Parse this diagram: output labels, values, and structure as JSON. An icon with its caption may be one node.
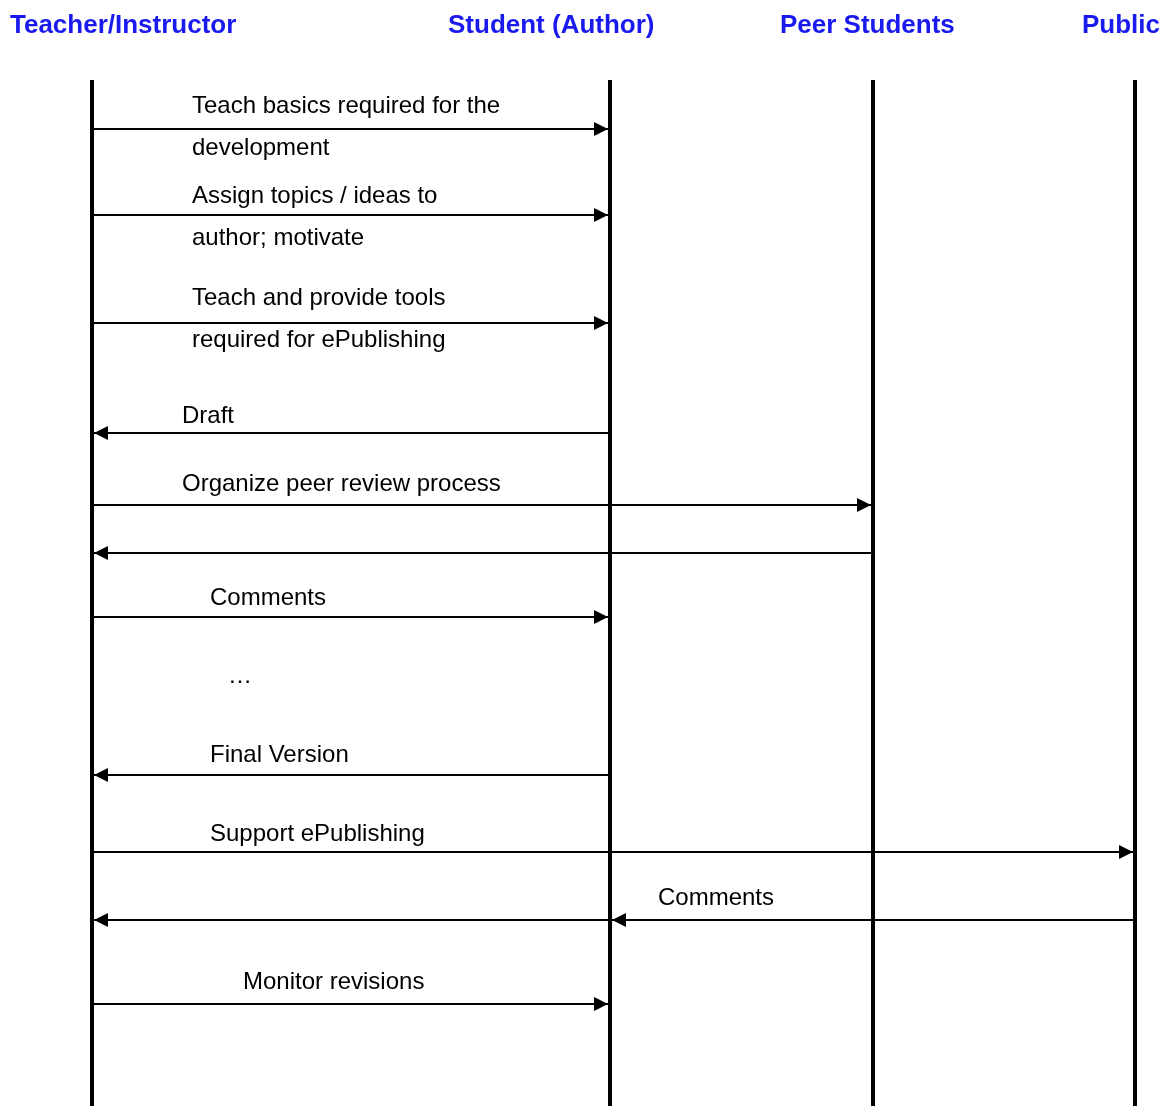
{
  "diagram": {
    "nodes": [
      {
        "text": [
          "Teacher/Instructor"
        ]
      },
      {
        "text": [
          "Student (Author)"
        ]
      },
      {
        "text": [
          "Peer Students"
        ]
      },
      {
        "text": [
          "Public"
        ]
      }
    ],
    "edges": [
      {
        "from": 0,
        "to": 1,
        "arrow": "to",
        "label": "Teach basics required for the development"
      },
      {
        "from": 0,
        "to": 1,
        "arrow": "to",
        "label": "Assign topics / ideas to author; motivate"
      },
      {
        "from": 0,
        "to": 1,
        "arrow": "to",
        "label": "Teach and provide tools required for ePublishing"
      },
      {
        "from": 1,
        "to": 0,
        "arrow": "to",
        "label": "Draft"
      },
      {
        "from": 0,
        "to": 2,
        "arrow": "to",
        "label": "Organize peer review process"
      },
      {
        "from": 2,
        "to": 0,
        "arrow": "to"
      },
      {
        "from": 0,
        "to": 1,
        "arrow": "to",
        "label": "Comments"
      },
      {
        "from": 1,
        "to": 0,
        "arrow": "to",
        "label": "Final Version"
      },
      {
        "from": 0,
        "to": 3,
        "arrow": "to",
        "label": "Support ePublishing"
      },
      {
        "from": 3,
        "to": 1,
        "arrow": "to",
        "label": "Comments"
      },
      {
        "from": 3,
        "to": 0,
        "arrow": "to"
      },
      {
        "from": 0,
        "to": 1,
        "arrow": "to",
        "label": "Monitor revisions"
      }
    ],
    "labels": [
      "…"
    ]
  }
}
